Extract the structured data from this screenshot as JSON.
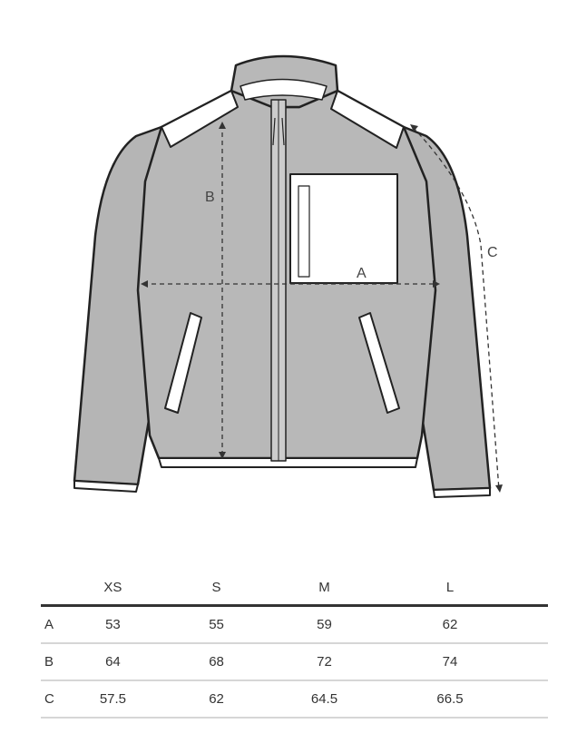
{
  "illustration": {
    "measurement_labels": {
      "a": "A",
      "b": "B",
      "c": "C"
    }
  },
  "size_table": {
    "headers": [
      "XS",
      "S",
      "M",
      "L"
    ],
    "rows": [
      {
        "label": "A",
        "values": [
          "53",
          "55",
          "59",
          "62"
        ]
      },
      {
        "label": "B",
        "values": [
          "64",
          "68",
          "72",
          "74"
        ]
      },
      {
        "label": "C",
        "values": [
          "57.5",
          "62",
          "64.5",
          "66.5"
        ]
      }
    ]
  }
}
